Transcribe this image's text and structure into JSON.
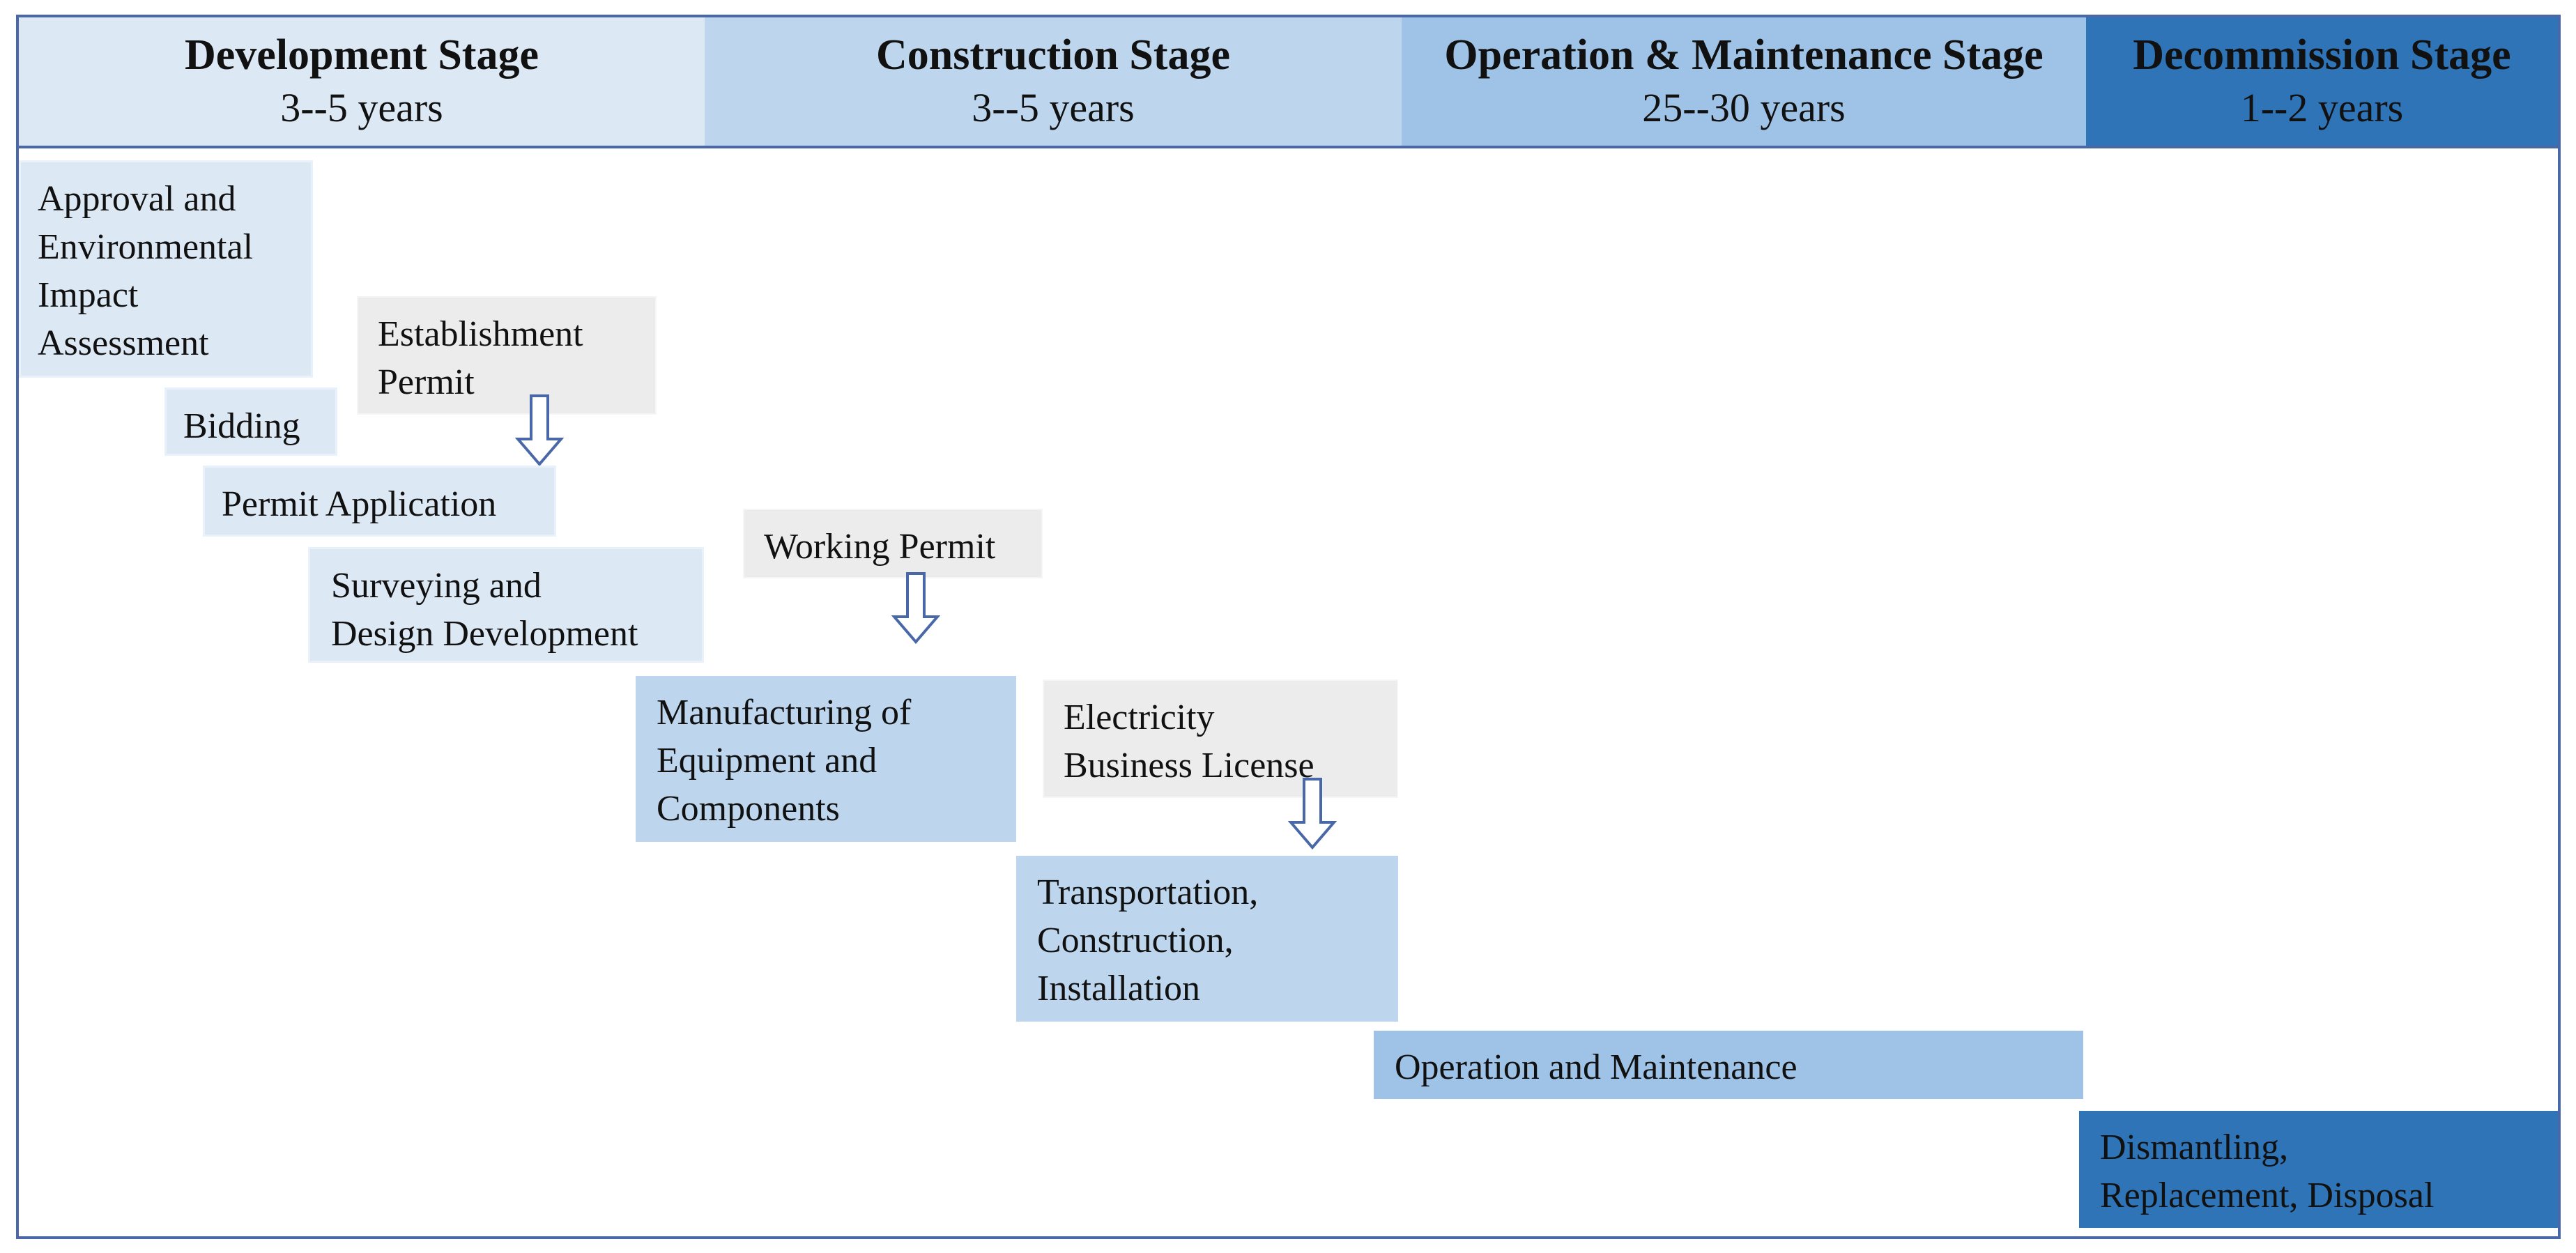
{
  "stages": [
    {
      "name": "Development Stage",
      "duration": "3--5 years"
    },
    {
      "name": "Construction Stage",
      "duration": "3--5 years"
    },
    {
      "name": "Operation & Maintenance Stage",
      "duration": "25--30 years"
    },
    {
      "name": "Decommission Stage",
      "duration": "1--2 years"
    }
  ],
  "tasks": {
    "approval": "Approval and\nEnvironmental\nImpact\nAssessment",
    "bidding": "Bidding",
    "permit_application": "Permit Application",
    "surveying": "Surveying and\nDesign Development",
    "manufacturing": "Manufacturing of\nEquipment and\nComponents",
    "transportation": "Transportation,\nConstruction,\nInstallation",
    "operation": "Operation and Maintenance",
    "dismantling": "Dismantling,\nReplacement, Disposal"
  },
  "permits": {
    "establishment": "Establishment\nPermit",
    "working": "Working Permit",
    "electricity": "Electricity\nBusiness License"
  },
  "colors": {
    "border": "#4a68a8",
    "development": "#dde8f5",
    "construction": "#bdd6ee",
    "operation": "#9ec3e6",
    "decommission": "#2e74b6",
    "permit": "#ececec"
  }
}
